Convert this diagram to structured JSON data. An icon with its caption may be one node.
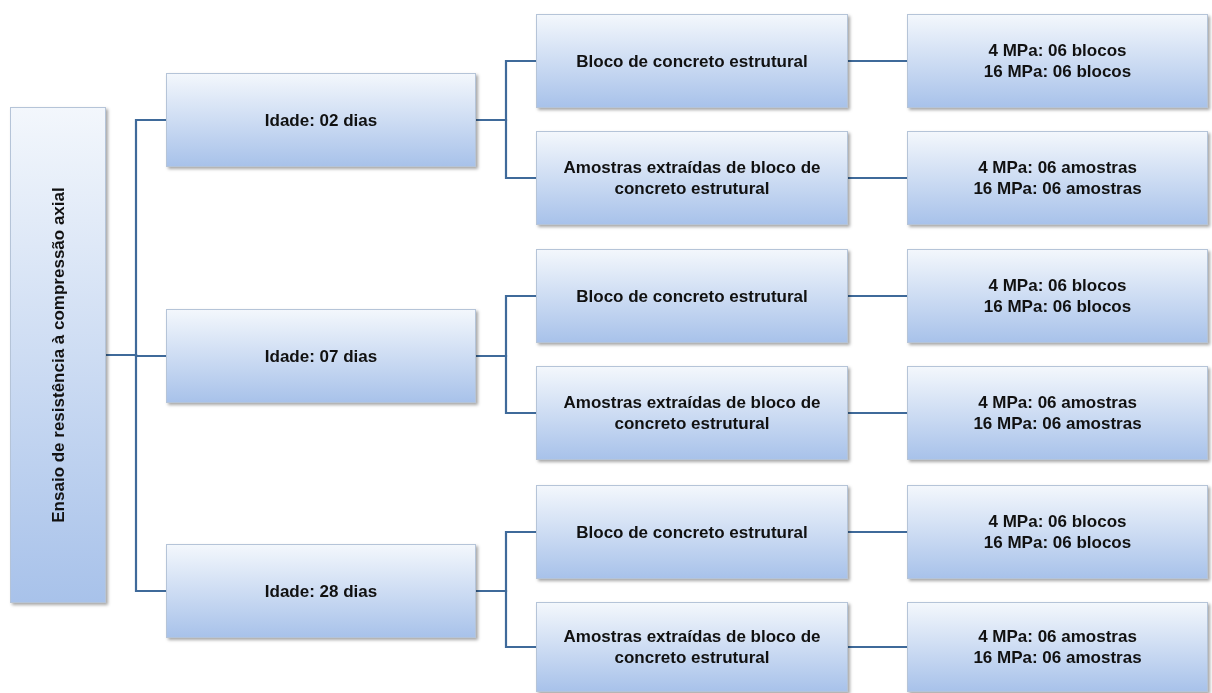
{
  "diagram": {
    "nodes": [
      {
        "text": [
          "Ensaio de resistência à compressão axial"
        ]
      },
      {
        "text": [
          "Idade: 02 dias"
        ]
      },
      {
        "text": [
          "Bloco de concreto estrutural"
        ]
      },
      {
        "text": [
          "4 MPa: 06 blocos",
          "16 MPa: 06 blocos"
        ]
      },
      {
        "text": [
          "Amostras extraídas de bloco de concreto estrutural"
        ]
      },
      {
        "text": [
          "4 MPa: 06 amostras",
          "16 MPa: 06 amostras"
        ]
      },
      {
        "text": [
          "Idade: 07 dias"
        ]
      },
      {
        "text": [
          "Bloco de concreto estrutural"
        ]
      },
      {
        "text": [
          "4 MPa: 06 blocos",
          "16 MPa: 06 blocos"
        ]
      },
      {
        "text": [
          "Amostras extraídas de bloco de concreto estrutural"
        ]
      },
      {
        "text": [
          "4 MPa: 06 amostras",
          "16 MPa: 06 amostras"
        ]
      },
      {
        "text": [
          "Idade: 28 dias"
        ]
      },
      {
        "text": [
          "Bloco de concreto estrutural"
        ]
      },
      {
        "text": [
          "4 MPa: 06 blocos",
          "16 MPa: 06 blocos"
        ]
      },
      {
        "text": [
          "Amostras extraídas de bloco de concreto estrutural"
        ]
      },
      {
        "text": [
          "4 MPa: 06 amostras",
          "16 MPa: 06 amostras"
        ]
      }
    ],
    "edges": [
      {
        "from": 0,
        "to": 1,
        "arrow": "none"
      },
      {
        "from": 0,
        "to": 6,
        "arrow": "none"
      },
      {
        "from": 0,
        "to": 11,
        "arrow": "none"
      },
      {
        "from": 1,
        "to": 2,
        "arrow": "none"
      },
      {
        "from": 1,
        "to": 4,
        "arrow": "none"
      },
      {
        "from": 2,
        "to": 3,
        "arrow": "none"
      },
      {
        "from": 4,
        "to": 5,
        "arrow": "none"
      },
      {
        "from": 6,
        "to": 7,
        "arrow": "none"
      },
      {
        "from": 6,
        "to": 9,
        "arrow": "none"
      },
      {
        "from": 7,
        "to": 8,
        "arrow": "none"
      },
      {
        "from": 9,
        "to": 10,
        "arrow": "none"
      },
      {
        "from": 11,
        "to": 12,
        "arrow": "none"
      },
      {
        "from": 11,
        "to": 14,
        "arrow": "none"
      },
      {
        "from": 12,
        "to": 13,
        "arrow": "none"
      },
      {
        "from": 14,
        "to": 15,
        "arrow": "none"
      }
    ]
  }
}
